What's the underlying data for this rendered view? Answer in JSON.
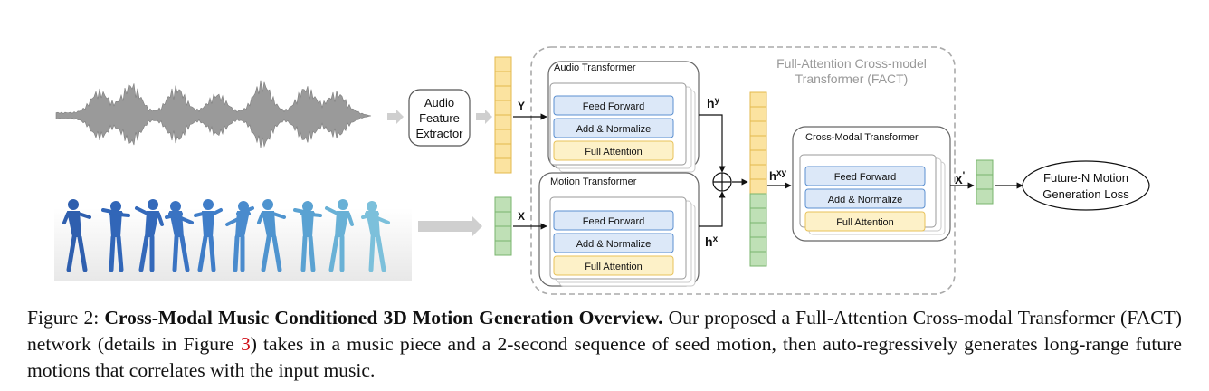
{
  "diagram": {
    "fact_title_1": "Full-Attention Cross-model",
    "fact_title_2": "Transformer (FACT)",
    "audio_feature_extractor": [
      "Audio",
      "Feature",
      "Extractor"
    ],
    "audio_transformer": {
      "title": "Audio Transformer",
      "layers": [
        "Feed Forward",
        "Add & Normalize",
        "Full Attention"
      ]
    },
    "motion_transformer": {
      "title": "Motion Transformer",
      "layers": [
        "Feed Forward",
        "Add & Normalize",
        "Full Attention"
      ]
    },
    "cross_modal_transformer": {
      "title": "Cross-Modal Transformer",
      "layers": [
        "Feed Forward",
        "Add & Normalize",
        "Full Attention"
      ]
    },
    "labels": {
      "y": "Y",
      "x": "X",
      "hy": "h",
      "hy_sup": "y",
      "hx": "h",
      "hx_sup": "x",
      "hxy": "h",
      "hxy_sup": "xy",
      "xprime": "X",
      "xprime_sup": "'"
    },
    "loss": [
      "Future-N Motion",
      "Generation Loss"
    ],
    "colors": {
      "feed_forward": "#dce8f8",
      "feed_forward_border": "#5b8fd0",
      "full_attention": "#fdf1c8",
      "full_attention_border": "#e8c25a",
      "token_yellow": "#fbe3a0",
      "token_green": "#bfe0b6",
      "figure_blue": "#3a6fc0"
    }
  },
  "caption": {
    "prefix": "Figure 2: ",
    "bold": "Cross-Modal Music Conditioned 3D Motion Generation Overview.",
    "text_before_ref": " Our proposed a Full-Attention Cross-modal Transformer (FACT) network (details in Figure ",
    "ref": "3",
    "text_after_ref": ") takes in a music piece and a 2-second sequence of seed motion, then auto-regressively generates long-range future motions that correlates with the input music."
  }
}
